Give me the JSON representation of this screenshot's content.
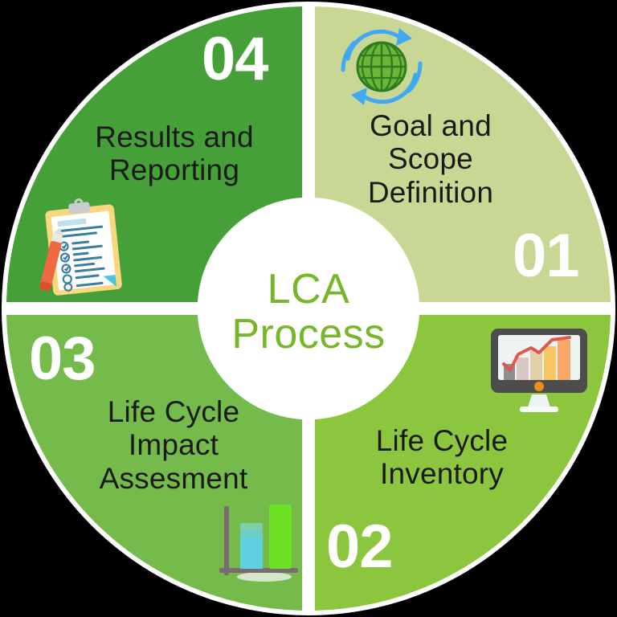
{
  "diagram": {
    "title": "LCA Process",
    "center": {
      "line1": "LCA",
      "line2": "Process",
      "text_color": "#76b72a",
      "bg_color": "#ffffff"
    },
    "background_color": "#000000",
    "ring_color": "#ffffff",
    "quadrants": [
      {
        "number": "01",
        "label": "Goal and\nScope\nDefinition",
        "color": "#c8d894",
        "position": "top-right",
        "icon": "globe-recycle-icon"
      },
      {
        "number": "02",
        "label": "Life Cycle\nInventory",
        "color": "#8cc63e",
        "position": "bottom-right",
        "icon": "monitor-chart-icon"
      },
      {
        "number": "03",
        "label": "Life Cycle\nImpact\nAssesment",
        "color": "#74bb4b",
        "position": "bottom-left",
        "icon": "bar-chart-icon"
      },
      {
        "number": "04",
        "label": "Results and\nReporting",
        "color": "#45a038",
        "position": "top-left",
        "icon": "clipboard-checklist-icon"
      }
    ]
  }
}
